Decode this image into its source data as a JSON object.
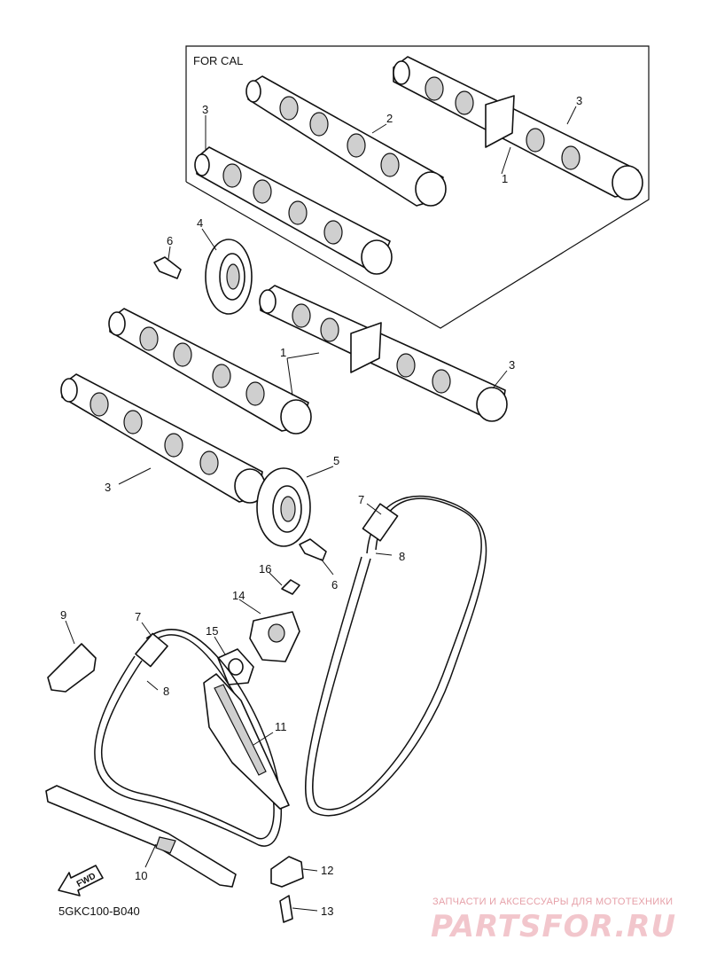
{
  "diagram": {
    "box_label": "FOR CAL",
    "code": "5GKC100-B040",
    "fwd_label": "FWD",
    "callouts": {
      "c1_top": "1",
      "c2_top": "2",
      "c3_top_left": "3",
      "c3_top_right": "3",
      "c4": "4",
      "c6_upper": "6",
      "c1_mid": "1",
      "c3_mid_right": "3",
      "c3_mid_left": "3",
      "c5": "5",
      "c6_lower": "6",
      "c7_right": "7",
      "c8_right": "8",
      "c16": "16",
      "c14": "14",
      "c15": "15",
      "c9": "9",
      "c7_left": "7",
      "c8_left": "8",
      "c11": "11",
      "c10": "10",
      "c12": "12",
      "c13": "13"
    }
  },
  "watermark": {
    "tagline": "ЗАПЧАСТИ И АКСЕССУАРЫ ДЛЯ МОТОТЕХНИКИ",
    "logo": "PARTSFOR.RU"
  }
}
